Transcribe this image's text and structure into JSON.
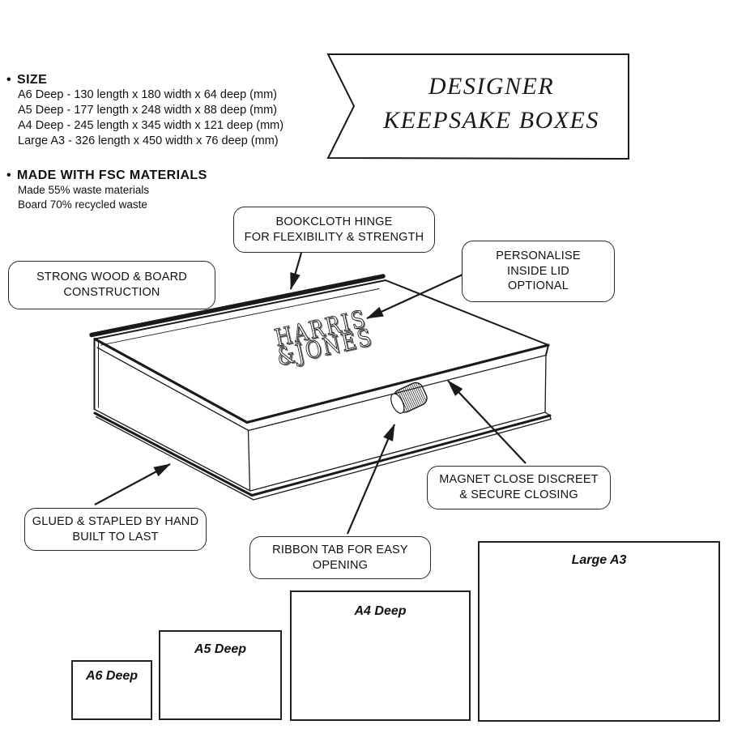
{
  "colors": {
    "ink": "#1a1a1a",
    "background": "#ffffff"
  },
  "ui": {
    "bullet": "•"
  },
  "banner": {
    "line1": "DESIGNER",
    "line2": "KEEPSAKE BOXES"
  },
  "size_section": {
    "heading": "SIZE",
    "items": [
      "A6 Deep - 130 length x 180 width x 64 deep (mm)",
      "A5 Deep - 177 length x 248 width x 88 deep (mm)",
      "A4 Deep - 245 length x 345 width x 121 deep (mm)",
      "Large A3 - 326 length x 450 width x 76 deep (mm)"
    ]
  },
  "materials_section": {
    "heading": "MADE WITH FSC MATERIALS",
    "items": [
      "Made 55% waste materials",
      "Board 70% recycled waste"
    ]
  },
  "brand_stamp": {
    "line1": "HARRIS",
    "line2": "&JONES"
  },
  "callouts": {
    "bookcloth": {
      "line1": "BOOKCLOTH HINGE",
      "line2": "FOR FLEXIBILITY & STRENGTH"
    },
    "personalise": {
      "line1": "PERSONALISE",
      "line2": "INSIDE LID",
      "line3": "OPTIONAL"
    },
    "construction": {
      "line1": "STRONG WOOD & BOARD",
      "line2": "CONSTRUCTION"
    },
    "magnet": {
      "line1": "MAGNET CLOSE DISCREET",
      "line2": "& SECURE CLOSING"
    },
    "glued": {
      "line1": "GLUED & STAPLED BY HAND",
      "line2": "BUILT TO LAST"
    },
    "ribbon": {
      "line1": "RIBBON TAB FOR EASY",
      "line2": "OPENING"
    }
  },
  "size_boxes": [
    {
      "label": "A6 Deep"
    },
    {
      "label": "A5 Deep"
    },
    {
      "label": "A4 Deep"
    },
    {
      "label": "Large A3"
    }
  ]
}
